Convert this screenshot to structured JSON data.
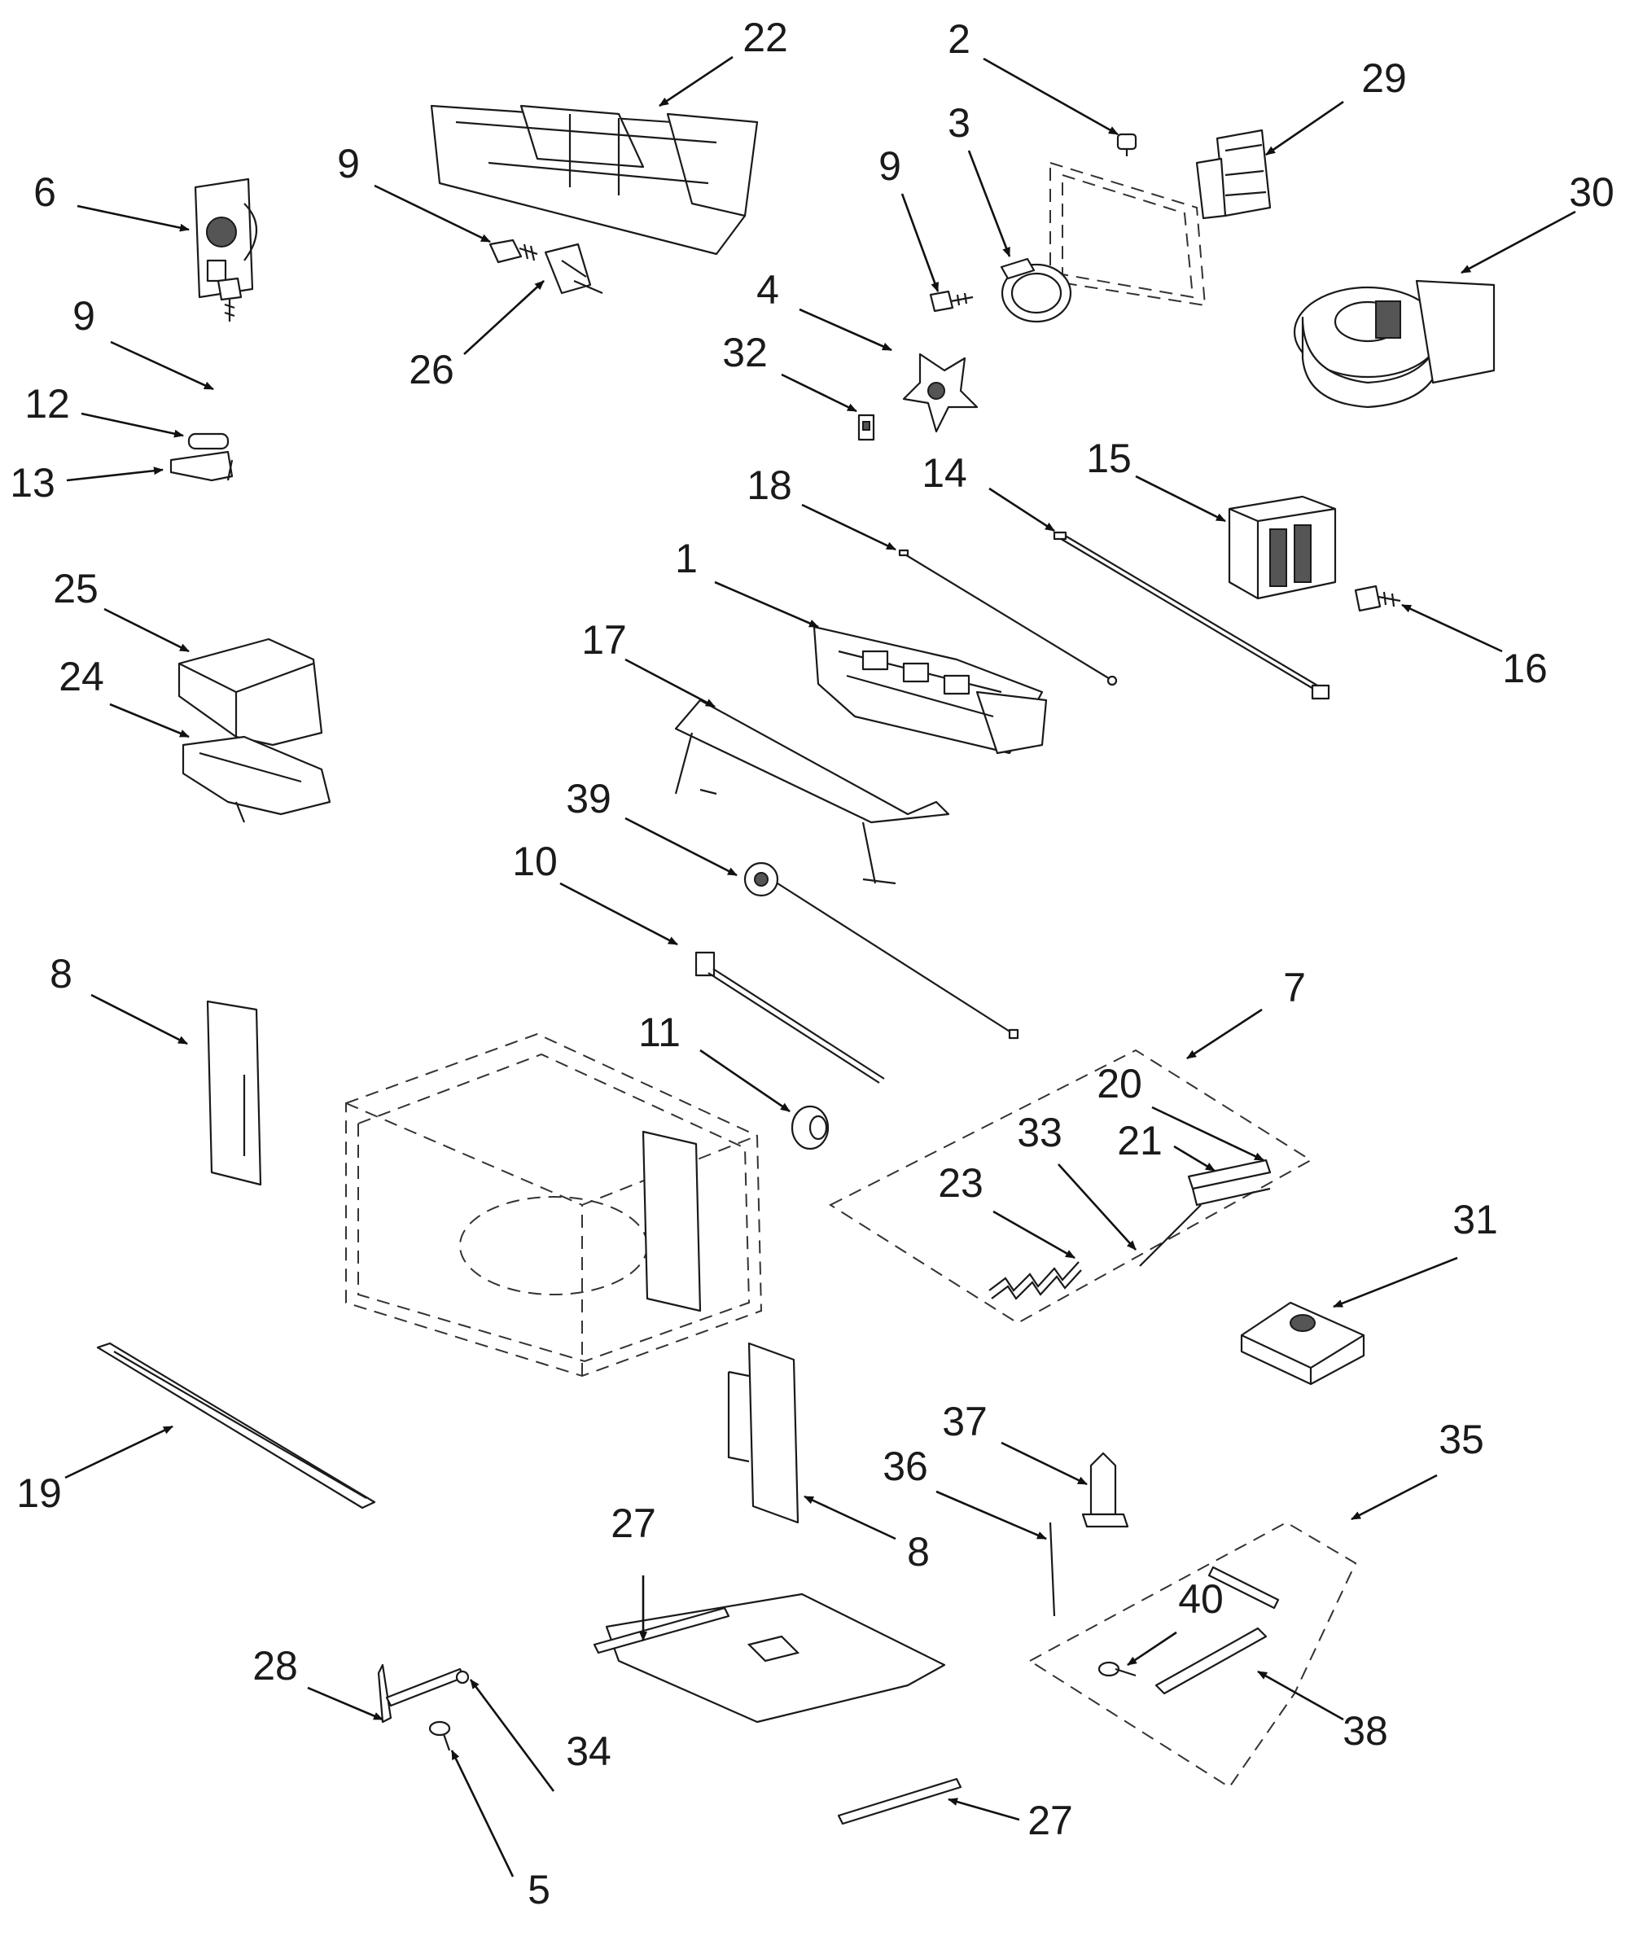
{
  "callouts": [
    {
      "id": "c22",
      "label": "22"
    },
    {
      "id": "c2",
      "label": "2"
    },
    {
      "id": "c29",
      "label": "29"
    },
    {
      "id": "c3",
      "label": "3"
    },
    {
      "id": "c30",
      "label": "30"
    },
    {
      "id": "c6",
      "label": "6"
    },
    {
      "id": "c9a",
      "label": "9"
    },
    {
      "id": "c9b",
      "label": "9"
    },
    {
      "id": "c9c",
      "label": "9"
    },
    {
      "id": "c26",
      "label": "26"
    },
    {
      "id": "c4",
      "label": "4"
    },
    {
      "id": "c32",
      "label": "32"
    },
    {
      "id": "c12",
      "label": "12"
    },
    {
      "id": "c13",
      "label": "13"
    },
    {
      "id": "c18",
      "label": "18"
    },
    {
      "id": "c14",
      "label": "14"
    },
    {
      "id": "c15",
      "label": "15"
    },
    {
      "id": "c16",
      "label": "16"
    },
    {
      "id": "c1",
      "label": "1"
    },
    {
      "id": "c25",
      "label": "25"
    },
    {
      "id": "c24",
      "label": "24"
    },
    {
      "id": "c17",
      "label": "17"
    },
    {
      "id": "c39",
      "label": "39"
    },
    {
      "id": "c10",
      "label": "10"
    },
    {
      "id": "c8a",
      "label": "8"
    },
    {
      "id": "c7",
      "label": "7"
    },
    {
      "id": "c11",
      "label": "11"
    },
    {
      "id": "c20",
      "label": "20"
    },
    {
      "id": "c33",
      "label": "33"
    },
    {
      "id": "c21",
      "label": "21"
    },
    {
      "id": "c23",
      "label": "23"
    },
    {
      "id": "c31",
      "label": "31"
    },
    {
      "id": "c19",
      "label": "19"
    },
    {
      "id": "c37",
      "label": "37"
    },
    {
      "id": "c35",
      "label": "35"
    },
    {
      "id": "c36",
      "label": "36"
    },
    {
      "id": "c8b",
      "label": "8"
    },
    {
      "id": "c27a",
      "label": "27"
    },
    {
      "id": "c40",
      "label": "40"
    },
    {
      "id": "c28",
      "label": "28"
    },
    {
      "id": "c34",
      "label": "34"
    },
    {
      "id": "c38",
      "label": "38"
    },
    {
      "id": "c27b",
      "label": "27"
    },
    {
      "id": "c5",
      "label": "5"
    }
  ]
}
